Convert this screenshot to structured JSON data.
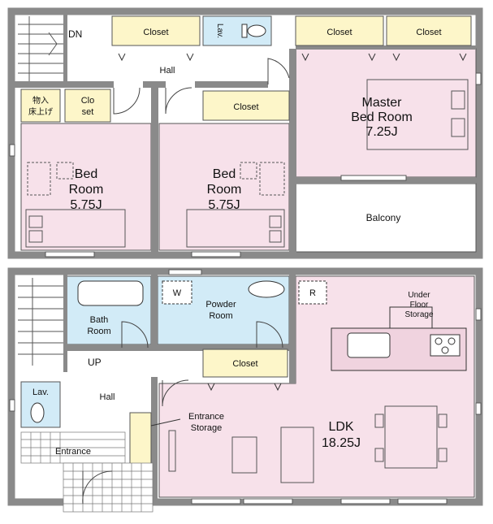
{
  "upper_floor": {
    "dn_label": "DN",
    "hall_label": "Hall",
    "closet_1": "Closet",
    "lav_label": "Lav.",
    "closet_2": "Closet",
    "closet_3": "Closet",
    "storage_label_1": "物入",
    "storage_label_2": "床上げ",
    "small_closet_1": "Clo",
    "small_closet_2": "set",
    "closet_4": "Closet",
    "master_bedroom": {
      "line1": "Master",
      "line2": "Bed Room",
      "size": "7.25J"
    },
    "bedroom_left": {
      "line1": "Bed",
      "line2": "Room",
      "size": "5.75J"
    },
    "bedroom_center": {
      "line1": "Bed",
      "line2": "Room",
      "size": "5.75J"
    },
    "balcony_label": "Balcony"
  },
  "lower_floor": {
    "bath_room_1": "Bath",
    "bath_room_2": "Room",
    "washer_label": "W",
    "powder_room_1": "Powder",
    "powder_room_2": "Room",
    "refrigerator_label": "R",
    "under_floor_storage_1": "Under",
    "under_floor_storage_2": "Floor",
    "under_floor_storage_3": "Storage",
    "up_label": "UP",
    "closet_label": "Closet",
    "lav_label": "Lav.",
    "hall_label": "Hall",
    "entrance_storage_1": "Entrance",
    "entrance_storage_2": "Storage",
    "entrance_label": "Entrance",
    "ldk": {
      "name": "LDK",
      "size": "18.25J"
    }
  },
  "colors": {
    "wall": "#8a8a8a",
    "bedroom_pink": "#f7e1ea",
    "closet_yellow": "#fdf6c9",
    "bath_blue": "#d2ebf7",
    "balcony_white": "#ffffff",
    "line": "#333333"
  }
}
